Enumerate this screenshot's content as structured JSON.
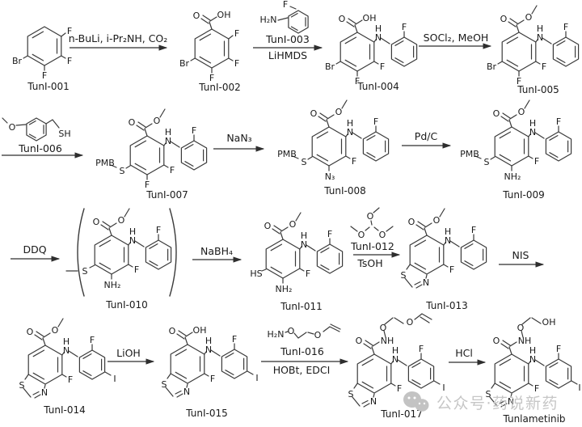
{
  "watermark": {
    "text": "公众号·药说新药"
  },
  "compounds": {
    "c001": {
      "label": "TunI-001",
      "atoms": {
        "f1": "F",
        "f2": "F",
        "f3": "F",
        "br": "Br"
      }
    },
    "c002": {
      "label": "TunI-002",
      "atoms": {
        "o": "O",
        "oh": "OH",
        "f1": "F",
        "f2": "F",
        "f3": "F",
        "br": "Br"
      }
    },
    "r003": {
      "label": "TunI-003",
      "atoms": {
        "h2n": "H₂N",
        "f": "F"
      }
    },
    "c004": {
      "label": "TunI-004",
      "atoms": {
        "o": "O",
        "oh": "OH",
        "h": "H",
        "n": "N",
        "fa": "F",
        "f2": "F",
        "f3": "F",
        "br": "Br"
      }
    },
    "c005": {
      "label": "TunI-005",
      "atoms": {
        "o1": "O",
        "o2": "O",
        "h": "H",
        "n": "N",
        "fa": "F",
        "f2": "F",
        "f3": "F",
        "br": "Br"
      }
    },
    "r006": {
      "label": "TunI-006",
      "atoms": {
        "o": "O",
        "sh": "SH"
      }
    },
    "c007": {
      "label": "TunI-007",
      "atoms": {
        "o1": "O",
        "o2": "O",
        "h": "H",
        "n": "N",
        "fa": "F",
        "f2": "F",
        "f3": "F",
        "pmb": "PMB",
        "s": "S"
      }
    },
    "c008": {
      "label": "TunI-008",
      "atoms": {
        "o1": "O",
        "o2": "O",
        "h": "H",
        "n": "N",
        "fa": "F",
        "f2": "F",
        "n3": "N₃",
        "pmb": "PMB",
        "s": "S"
      }
    },
    "c009": {
      "label": "TunI-009",
      "atoms": {
        "o1": "O",
        "o2": "O",
        "h": "H",
        "n": "N",
        "fa": "F",
        "f2": "F",
        "nh2": "NH₂",
        "pmb": "PMB",
        "s": "S"
      }
    },
    "c010": {
      "label": "TunI-010",
      "atoms": {
        "o1": "O",
        "o2": "O",
        "h": "H",
        "n": "N",
        "fa": "F",
        "f2": "F",
        "nh2": "NH₂",
        "s": "S"
      }
    },
    "c011": {
      "label": "TunI-011",
      "atoms": {
        "o1": "O",
        "o2": "O",
        "h": "H",
        "n": "N",
        "fa": "F",
        "f2": "F",
        "nh2": "NH₂",
        "hs": "HS"
      }
    },
    "r012": {
      "label": "TunI-012",
      "atoms": {
        "o1": "O",
        "o2": "O",
        "o3": "O"
      }
    },
    "c013": {
      "label": "TunI-013",
      "atoms": {
        "o1": "O",
        "o2": "O",
        "h": "H",
        "n": "N",
        "fa": "F",
        "f2": "F",
        "s": "S",
        "nt": "N"
      }
    },
    "c014": {
      "label": "TunI-014",
      "atoms": {
        "o1": "O",
        "o2": "O",
        "h": "H",
        "n": "N",
        "fa": "F",
        "f2": "F",
        "i": "I",
        "s": "S",
        "nt": "N"
      }
    },
    "c015": {
      "label": "TunI-015",
      "atoms": {
        "o": "O",
        "oh": "OH",
        "h": "H",
        "n": "N",
        "fa": "F",
        "f2": "F",
        "i": "I",
        "s": "S",
        "nt": "N"
      }
    },
    "r016": {
      "label": "TunI-016",
      "atoms": {
        "h2n": "H₂N",
        "o1": "O",
        "o2": "O"
      }
    },
    "c017": {
      "label": "TunI-017",
      "atoms": {
        "o": "O",
        "nh": "NH",
        "oc1": "O",
        "oc2": "O",
        "h": "H",
        "n": "N",
        "fa": "F",
        "f2": "F",
        "i": "I",
        "s": "S",
        "nt": "N"
      }
    },
    "cfin": {
      "label": "Tunlametinib",
      "atoms": {
        "o": "O",
        "nh": "NH",
        "oc1": "O",
        "oh": "OH",
        "h": "H",
        "n": "N",
        "fa": "F",
        "f2": "F",
        "i": "I",
        "s": "S",
        "nt": "N"
      }
    }
  },
  "arrows": {
    "a1": {
      "above": "n-BuLi, i-Pr₂NH, CO₂"
    },
    "a2": {
      "below": "LiHMDS"
    },
    "a3": {
      "above": "SOCl₂, MeOH"
    },
    "a5": {
      "above": "NaN₃"
    },
    "a6": {
      "above": "Pd/C"
    },
    "a7": {
      "above": "DDQ"
    },
    "a8": {
      "above": "NaBH₄"
    },
    "a9": {
      "below": "TsOH"
    },
    "a10": {
      "above": "NIS"
    },
    "a11": {
      "above": "LiOH"
    },
    "a12": {
      "below": "HOBt, EDCI"
    },
    "a13": {
      "above": "HCl"
    }
  }
}
